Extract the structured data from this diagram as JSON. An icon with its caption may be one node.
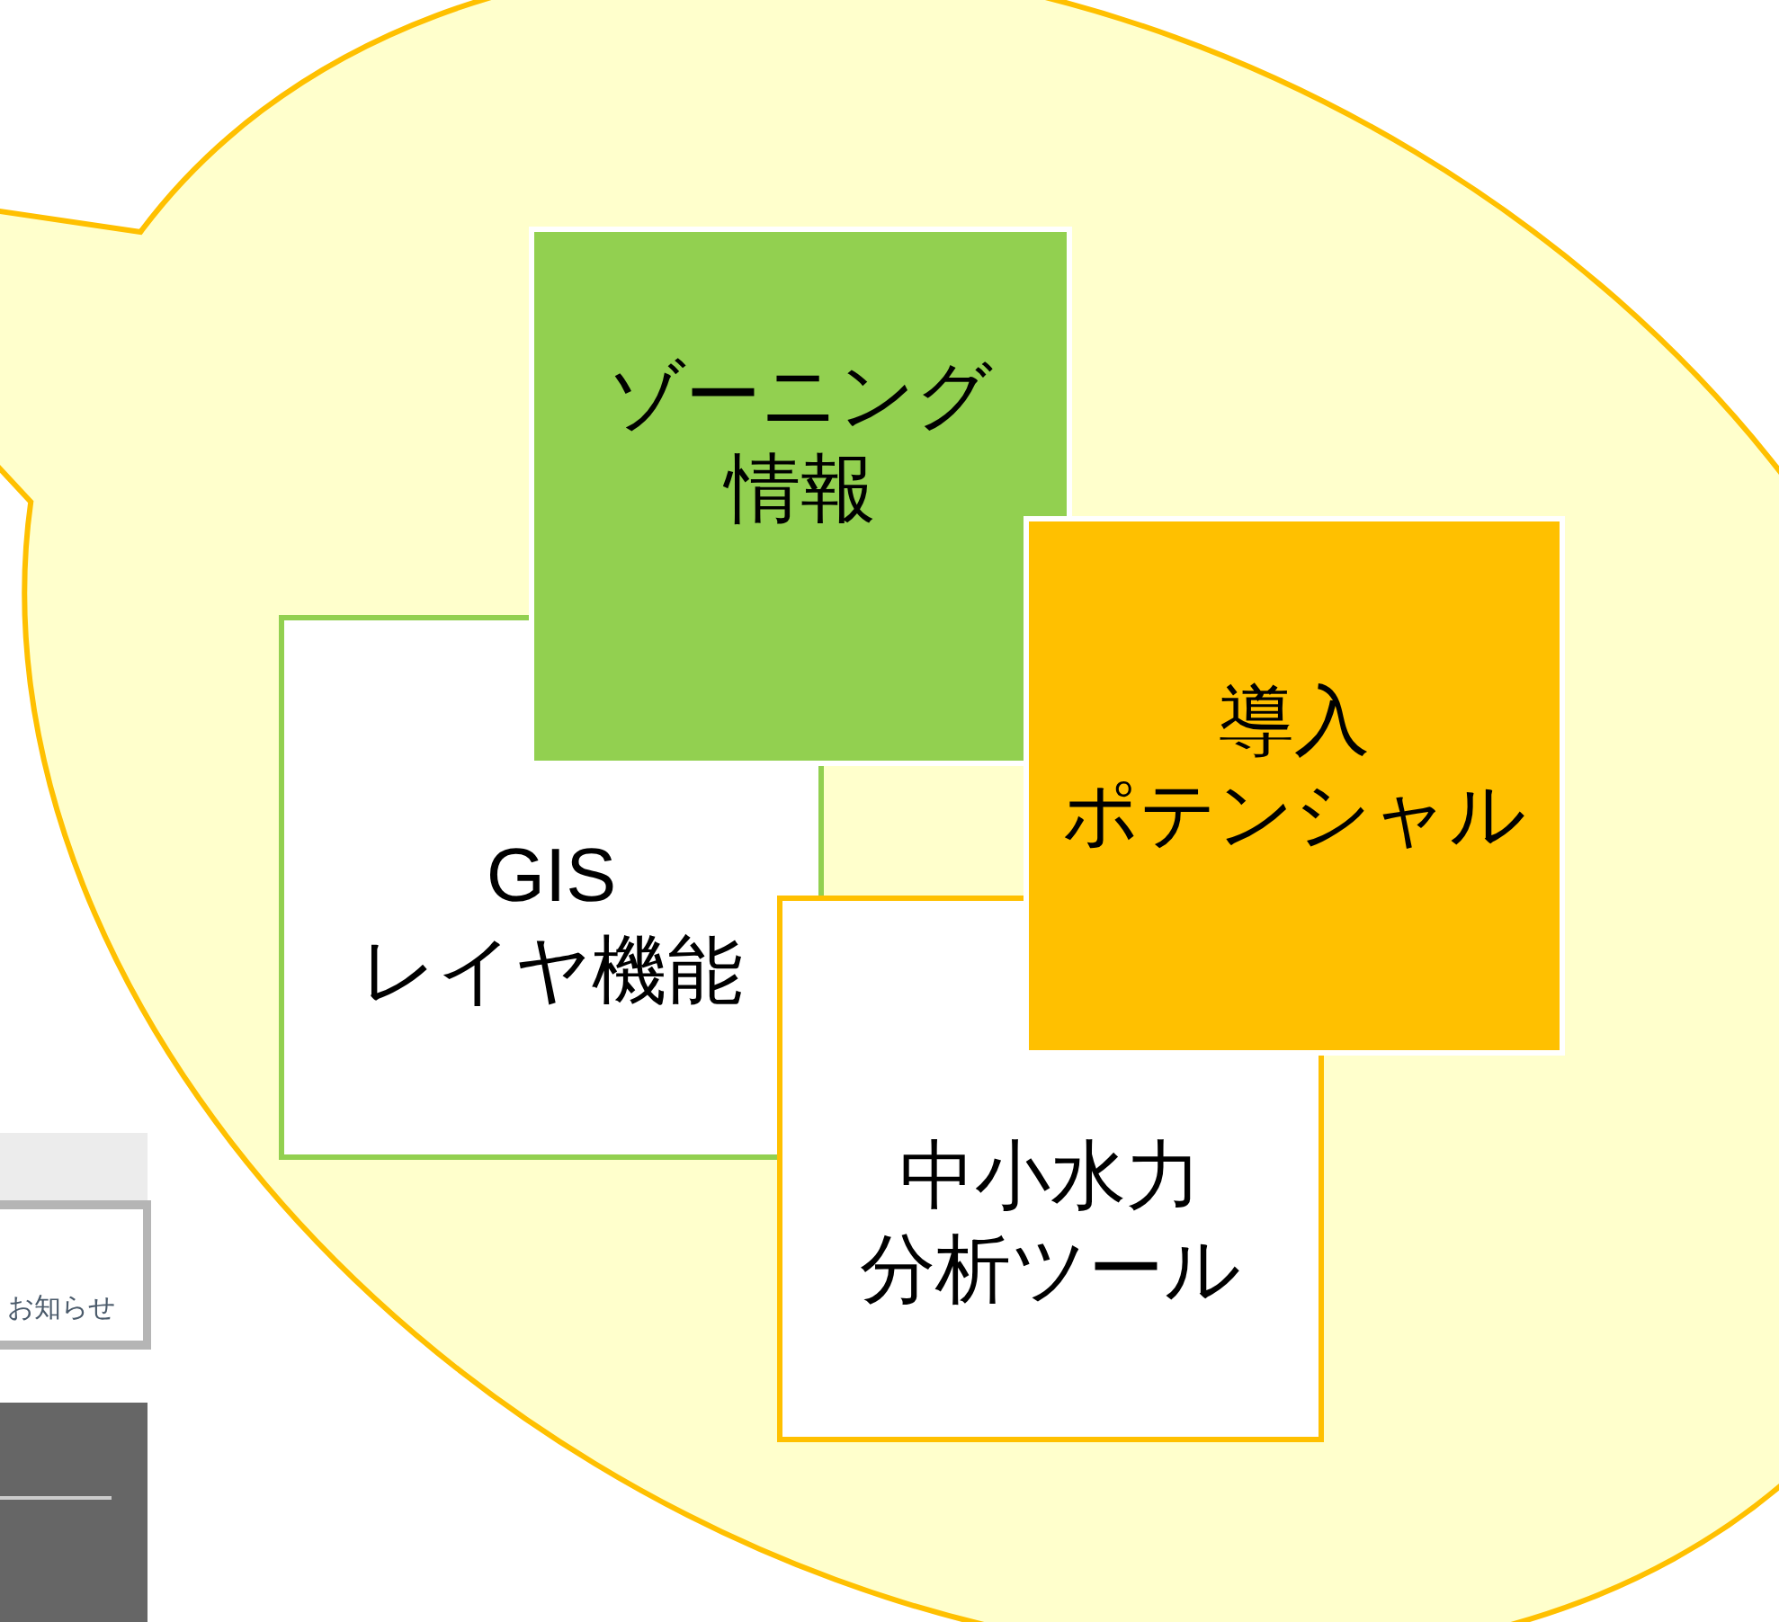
{
  "diagram": {
    "nodes": [
      {
        "text": [],
        "shape": "bubble"
      },
      {
        "text": [
          "ゾーニング",
          "情報"
        ],
        "in": 0
      },
      {
        "text": [
          "GIS",
          "レイヤ機能"
        ],
        "in": 0
      },
      {
        "text": [
          "導入",
          "ポテンシャル"
        ],
        "in": 0
      },
      {
        "text": [
          "中小水力",
          "分析ツール"
        ],
        "in": 0
      }
    ],
    "labels": [
      "お知らせ"
    ]
  }
}
